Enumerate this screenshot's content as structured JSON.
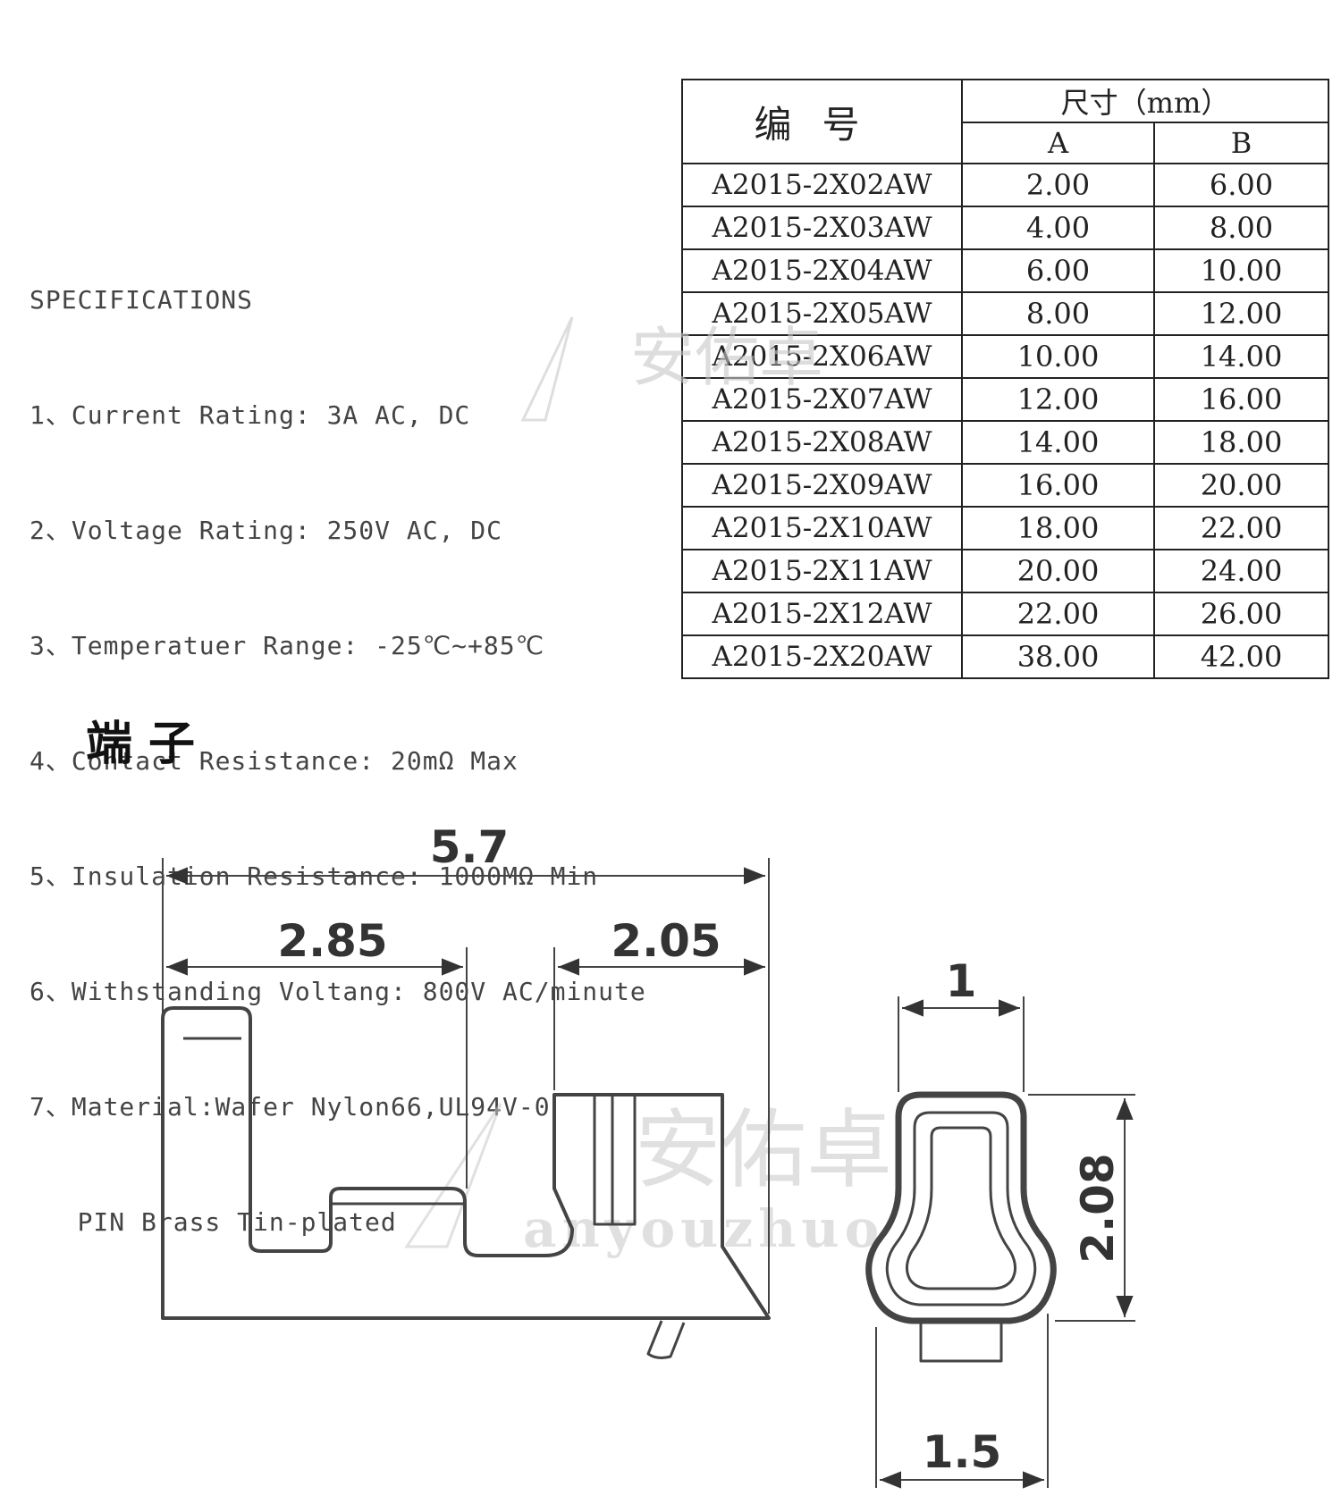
{
  "specifications": {
    "heading": "SPECIFICATIONS",
    "items": [
      "1、Current Rating: 3A AC, DC",
      "2、Voltage Rating: 250V AC, DC",
      "3、Temperatuer Range: -25℃~+85℃",
      "4、Contact Resistance: 20mΩ Max",
      "5、Insulation Resistance: 1000MΩ Min",
      "6、Withstanding Voltang: 800V AC/minute",
      "7、Material:Wafer Nylon66,UL94V-0",
      "   PIN Brass Tin-plated"
    ]
  },
  "table": {
    "header_code": "编号",
    "header_dim": "尺寸（mm）",
    "header_a": "A",
    "header_b": "B",
    "rows": [
      {
        "code": "A2015-2X02AW",
        "a": "2.00",
        "b": "6.00"
      },
      {
        "code": "A2015-2X03AW",
        "a": "4.00",
        "b": "8.00"
      },
      {
        "code": "A2015-2X04AW",
        "a": "6.00",
        "b": "10.00"
      },
      {
        "code": "A2015-2X05AW",
        "a": "8.00",
        "b": "12.00"
      },
      {
        "code": "A2015-2X06AW",
        "a": "10.00",
        "b": "14.00"
      },
      {
        "code": "A2015-2X07AW",
        "a": "12.00",
        "b": "16.00"
      },
      {
        "code": "A2015-2X08AW",
        "a": "14.00",
        "b": "18.00"
      },
      {
        "code": "A2015-2X09AW",
        "a": "16.00",
        "b": "20.00"
      },
      {
        "code": "A2015-2X10AW",
        "a": "18.00",
        "b": "22.00"
      },
      {
        "code": "A2015-2X11AW",
        "a": "20.00",
        "b": "24.00"
      },
      {
        "code": "A2015-2X12AW",
        "a": "22.00",
        "b": "26.00"
      },
      {
        "code": "A2015-2X20AW",
        "a": "38.00",
        "b": "42.00"
      }
    ]
  },
  "terminal": {
    "title": "端子",
    "dims": {
      "overall_length": "5.7",
      "left_length": "2.85",
      "right_length": "2.05",
      "top_width": "1",
      "height": "2.08",
      "bottom_width": "1.5"
    }
  },
  "watermark": {
    "text": "安佑卓",
    "latin": "anyouzhuo"
  },
  "colors": {
    "line": "#444444",
    "text": "#333333",
    "watermark": "#bbbbbb"
  }
}
